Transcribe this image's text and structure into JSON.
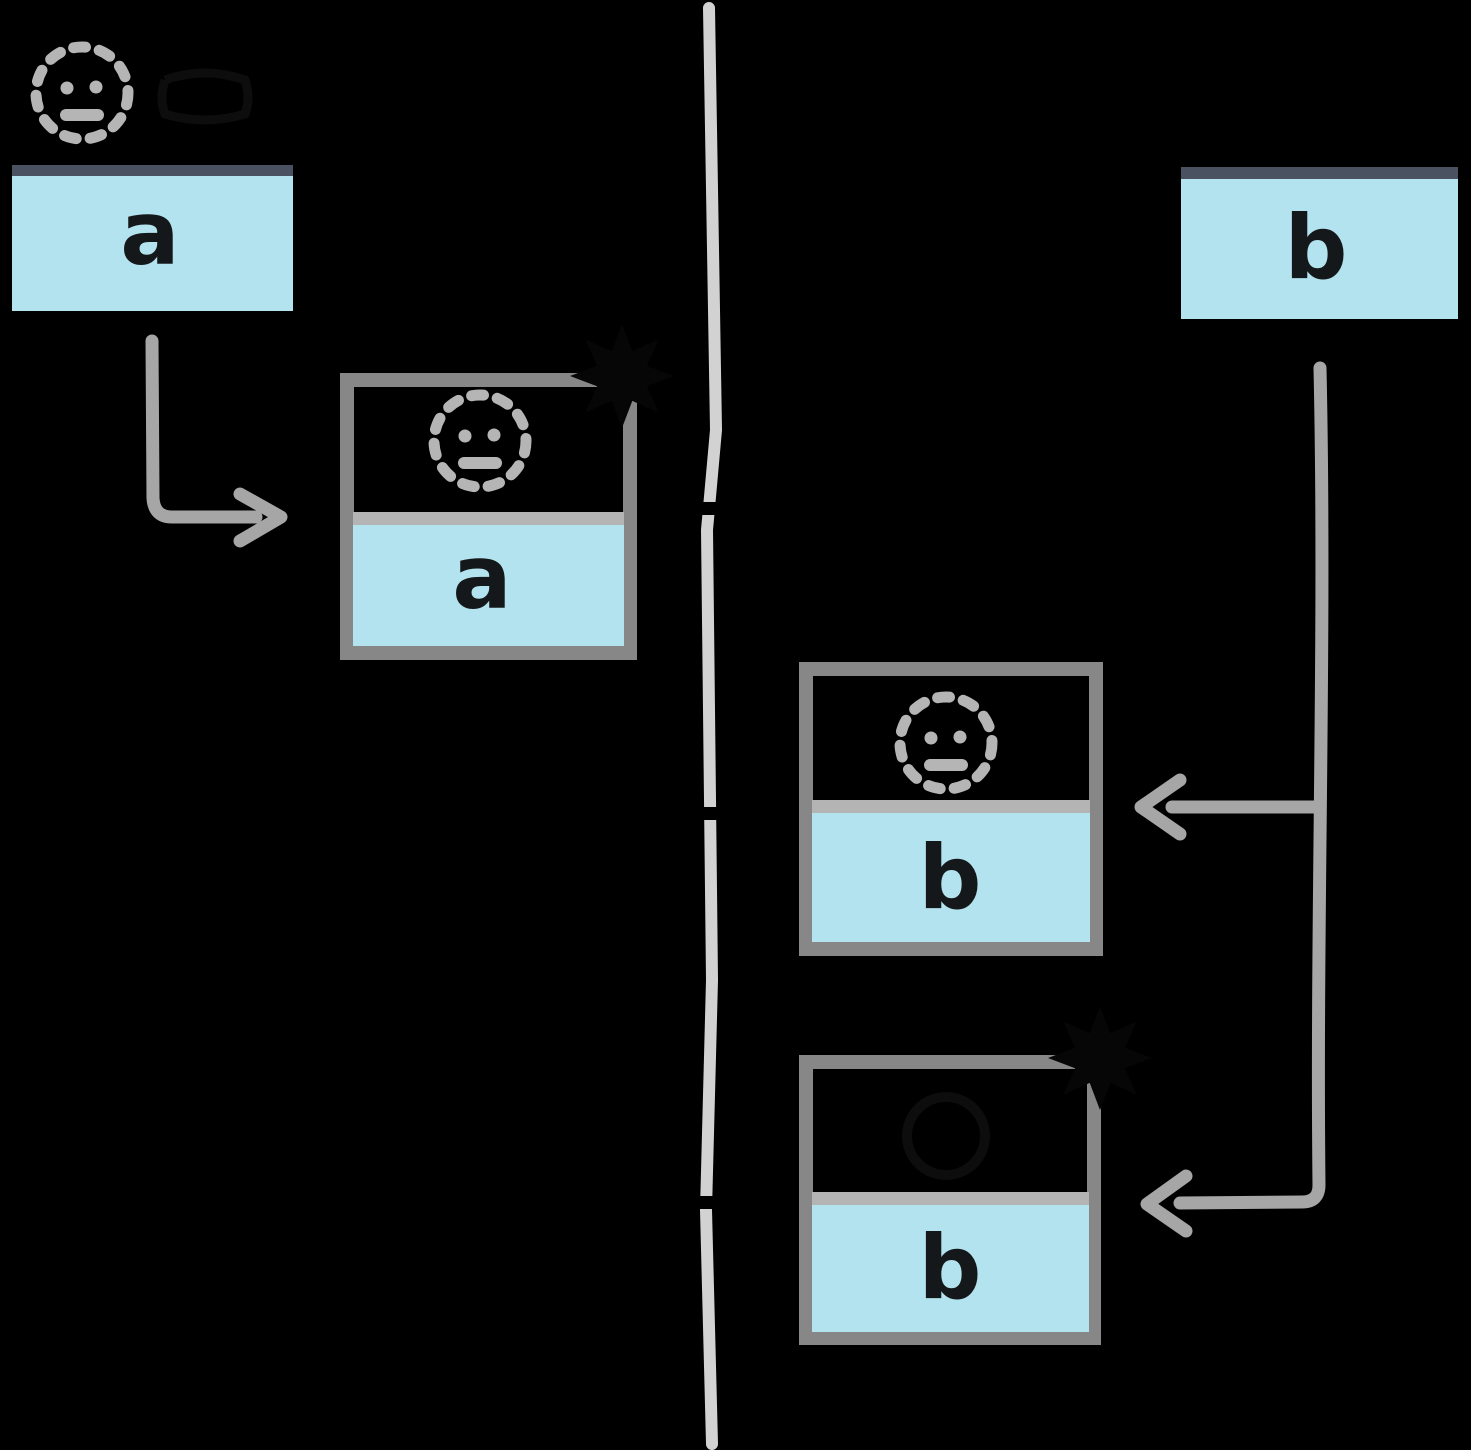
{
  "colors": {
    "background": "#000000",
    "box_fill": "#b3e3ee",
    "box_border": "#878787",
    "divider": "#b4b4b4",
    "machine_top_bar": "#4a5160",
    "dashed_circle": "#b5b5b5",
    "arrow": "#a6a6a6",
    "timeline": "#d2d2d2",
    "letter": "#15181a",
    "crash_blob": "#060606",
    "faint_ink": "#0d0d0d"
  },
  "machines": {
    "left": {
      "label": "a"
    },
    "right": {
      "label": "b"
    }
  },
  "processes": {
    "spawned_a": {
      "label": "a"
    },
    "spawned_b": {
      "label": "b"
    },
    "respawned_b": {
      "label": "b"
    }
  },
  "icons": {
    "alive_process": "dashed-smiley-face",
    "crash": "black-starburst"
  }
}
